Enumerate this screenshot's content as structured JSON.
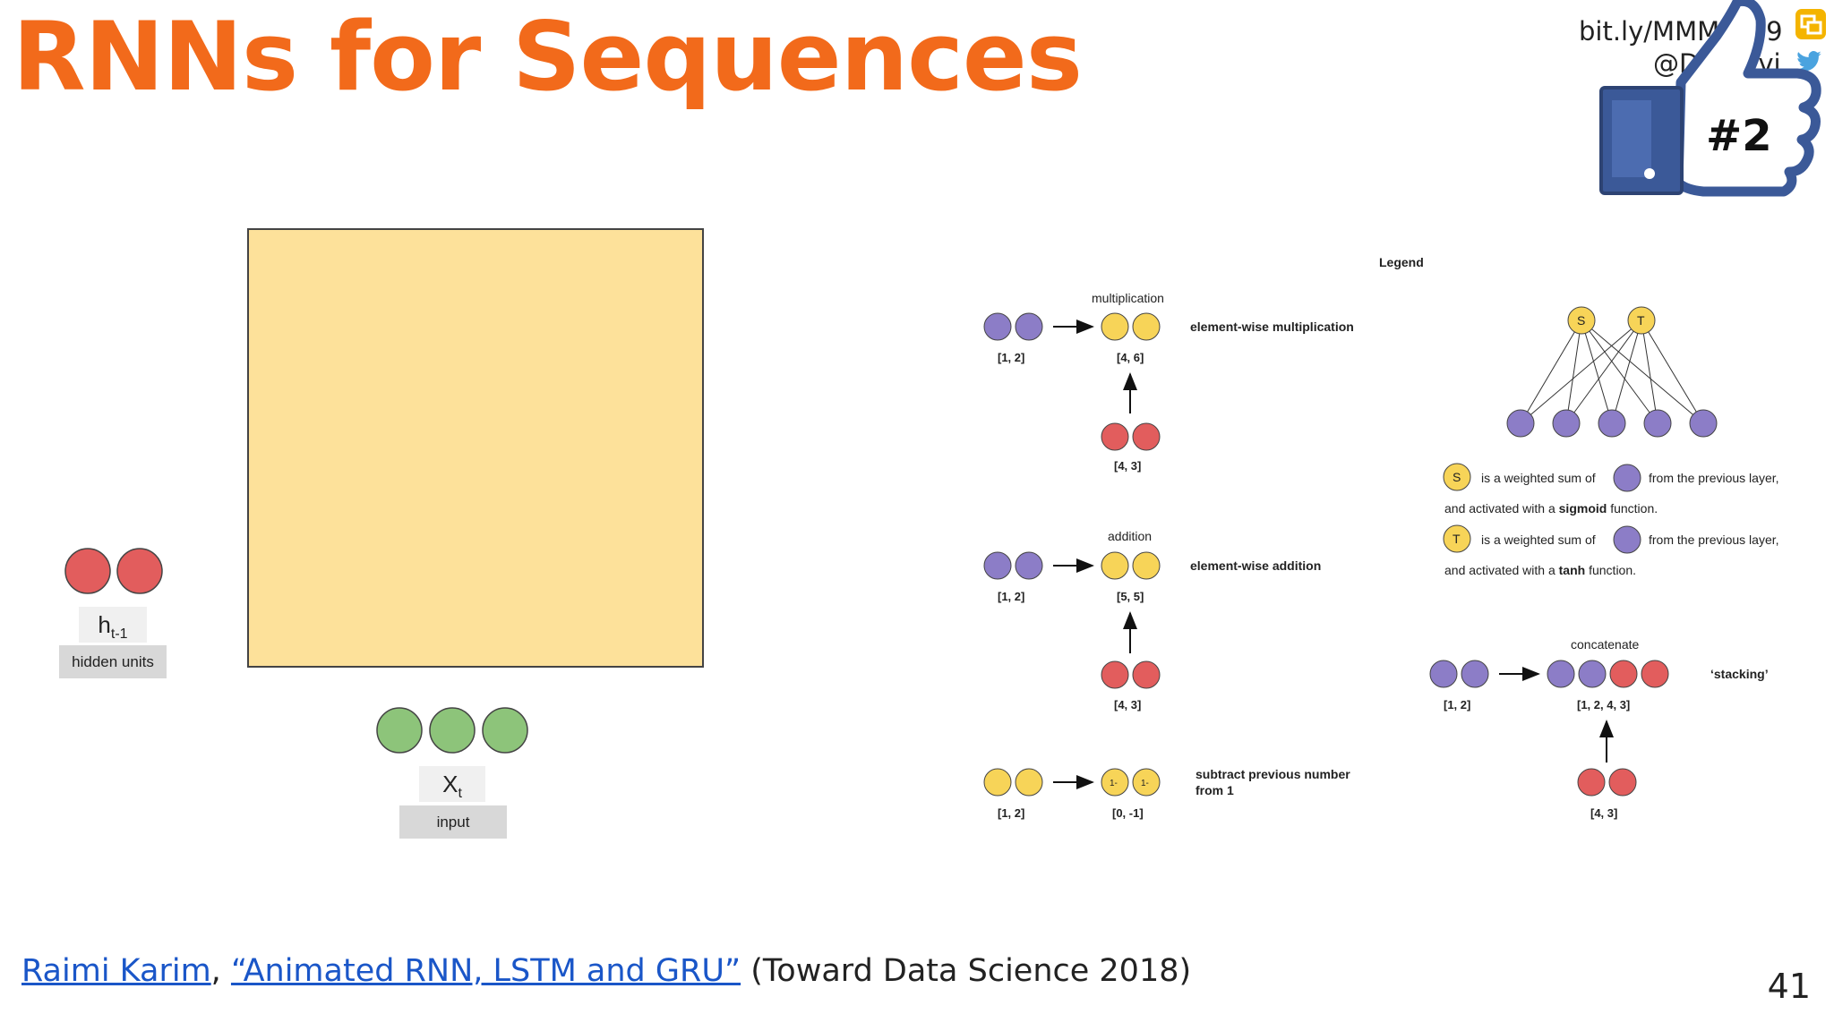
{
  "header": {
    "title": "RNNs for Sequences",
    "link_partial_a": "bit.ly/MMM",
    "link_partial_b": "9",
    "handle_partial_a": "@D",
    "handle_partial_b": "vi",
    "like_badge": "#2"
  },
  "left_diagram": {
    "hidden_symbol": "h",
    "hidden_subscript": "t-1",
    "hidden_label": "hidden units",
    "input_symbol": "X",
    "input_subscript": "t",
    "input_label": "input"
  },
  "legend": {
    "title": "Legend",
    "mult_label": "multiplication",
    "mult_desc": "element-wise multiplication",
    "mult_in": "[1, 2]",
    "mult_out": "[4, 6]",
    "mult_other": "[4, 3]",
    "add_label": "addition",
    "add_desc": "element-wise addition",
    "add_in": "[1, 2]",
    "add_out": "[5, 5]",
    "add_other": "[4, 3]",
    "sub_desc_1": "subtract previous number",
    "sub_desc_2": "from 1",
    "sub_in": "[1, 2]",
    "sub_out": "[0, -1]",
    "sub_node_text": "1-",
    "s_letter": "S",
    "t_letter": "T",
    "s_text_a": "is a weighted sum of",
    "s_text_b": "from the previous layer,",
    "s_text_c": "and activated with a",
    "s_text_bold": "sigmoid",
    "s_text_d": "function.",
    "t_text_a": "is a weighted sum of",
    "t_text_b": "from the previous layer,",
    "t_text_c": "and activated with a",
    "t_text_bold": "tanh",
    "t_text_d": "function.",
    "concat_label": "concatenate",
    "concat_desc": "‘stacking’",
    "concat_in": "[1, 2]",
    "concat_out": "[1, 2, 4, 3]",
    "concat_other": "[4, 3]"
  },
  "footer": {
    "author": "Raimi Karim",
    "separator": ",",
    "article": "“Animated RNN, LSTM and GRU”",
    "source": " (Toward Data Science 2018)",
    "page_number": "41"
  },
  "colors": {
    "title": "#f26a1b",
    "purple": "#8c7dc7",
    "yellow": "#f7d458",
    "red": "#e25d5d",
    "green": "#8dc47a",
    "box": "#fde19a",
    "link": "#1a56c8"
  }
}
